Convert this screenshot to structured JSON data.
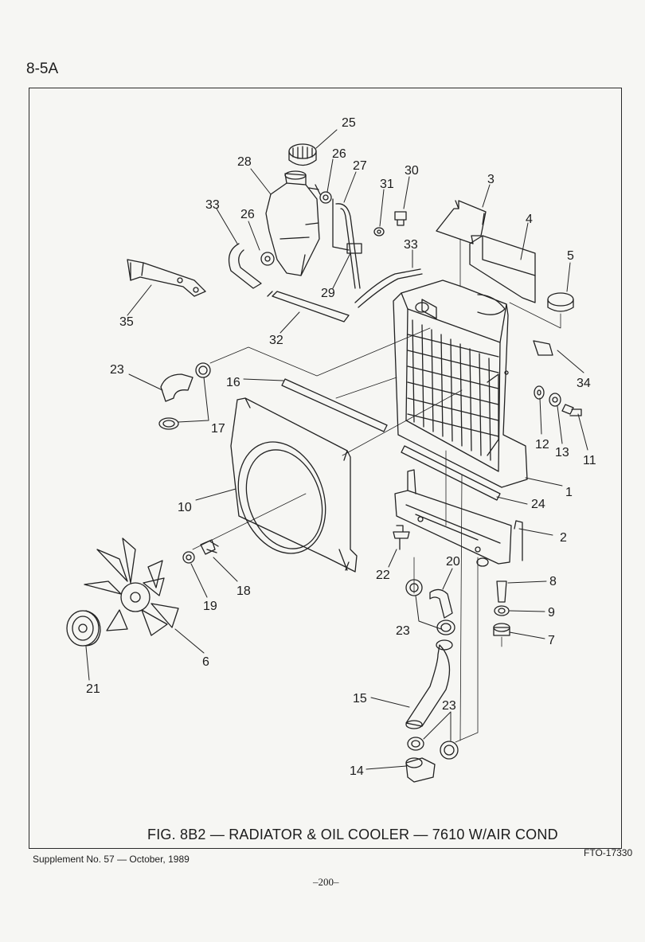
{
  "page_header": "8-5A",
  "caption": "FIG. 8B2 — RADIATOR & OIL COOLER — 7610 W/AIR COND",
  "supplement": "Supplement No. 57 — October, 1989",
  "figure_code": "FTO-17330",
  "page_number": "–200–",
  "callouts": [
    "25",
    "26",
    "28",
    "27",
    "30",
    "31",
    "3",
    "33",
    "26",
    "4",
    "5",
    "35",
    "29",
    "33",
    "32",
    "34",
    "23",
    "16",
    "17",
    "12",
    "13",
    "11",
    "1",
    "24",
    "10",
    "2",
    "22",
    "20",
    "18",
    "19",
    "8",
    "23",
    "9",
    "7",
    "6",
    "21",
    "15",
    "23",
    "14"
  ]
}
